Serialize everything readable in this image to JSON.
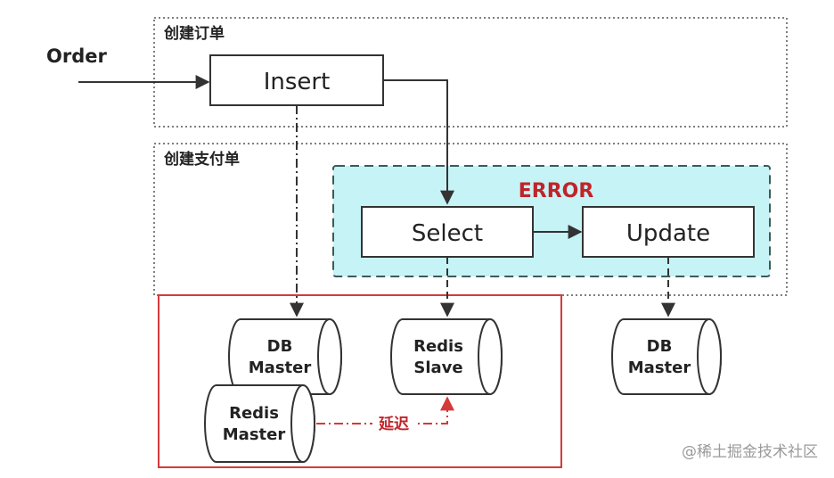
{
  "order_label": "Order",
  "sections": {
    "create_order": "创建订单",
    "create_payment": "创建支付单"
  },
  "nodes": {
    "insert": "Insert",
    "select": "Select",
    "update": "Update"
  },
  "error_label": "ERROR",
  "databases": {
    "db_master_1": [
      "DB",
      "Master"
    ],
    "redis_slave": [
      "Redis",
      "Slave"
    ],
    "redis_master": [
      "Redis",
      "Master"
    ],
    "db_master_2": [
      "DB",
      "Master"
    ]
  },
  "delay_label": "延迟",
  "watermark": "@稀土掘金技术社区",
  "colors": {
    "error_fill": "#c6f3f5",
    "error_text": "#c0242a",
    "red_outline": "#d43a3a"
  }
}
